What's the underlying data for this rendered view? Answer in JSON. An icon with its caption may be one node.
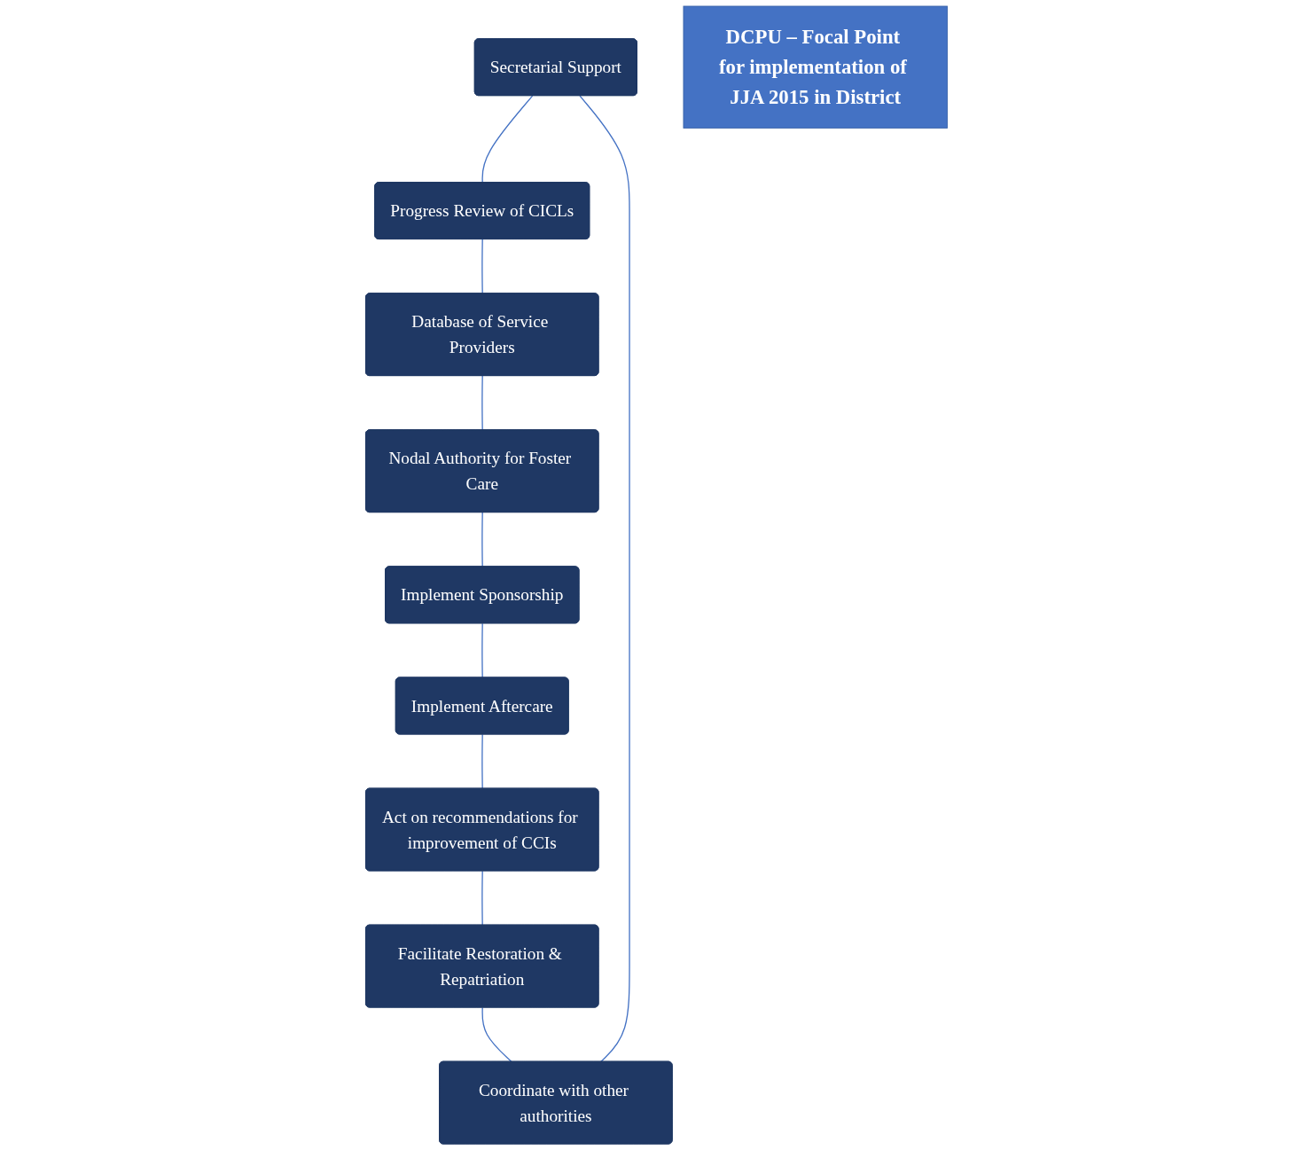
{
  "diagram": {
    "nodes": [
      {
        "text": [
          "Secretarial Support"
        ]
      },
      {
        "text": [
          "Coordinate with other authorities"
        ]
      },
      {
        "text": [
          "Progress Review of CICLs"
        ]
      },
      {
        "text": [
          "Facilitate Restoration & Repatriation"
        ]
      },
      {
        "text": [
          "DCPU – Focal Point for implementation of JJA 2015 in District"
        ]
      },
      {
        "text": [
          "Database of Service Providers"
        ]
      },
      {
        "text": [
          "Act on recommendations for improvement of CCIs"
        ]
      },
      {
        "text": [
          "Nodal Authority for Foster Care"
        ]
      },
      {
        "text": [
          "Implement Aftercare"
        ]
      },
      {
        "text": [
          "Implement Sponsorship"
        ]
      }
    ],
    "edges": [
      {
        "from": 0,
        "to": 2,
        "arrow": "none"
      },
      {
        "from": 2,
        "to": 5,
        "arrow": "none"
      },
      {
        "from": 5,
        "to": 7,
        "arrow": "none"
      },
      {
        "from": 7,
        "to": 9,
        "arrow": "none"
      },
      {
        "from": 9,
        "to": 8,
        "arrow": "none"
      },
      {
        "from": 8,
        "to": 6,
        "arrow": "none"
      },
      {
        "from": 6,
        "to": 3,
        "arrow": "none"
      },
      {
        "from": 3,
        "to": 1,
        "arrow": "none"
      },
      {
        "from": 1,
        "to": 0,
        "arrow": "none"
      }
    ]
  }
}
